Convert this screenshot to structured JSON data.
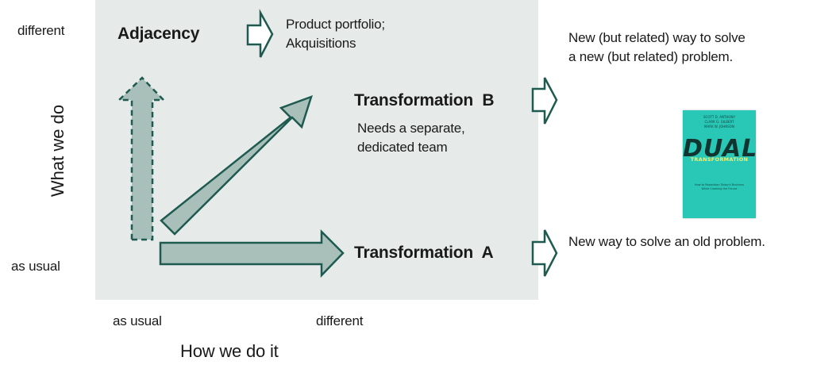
{
  "axes": {
    "y_label": "What we do",
    "y_top": "different",
    "y_bottom": "as usual",
    "x_label": "How we do it",
    "x_left": "as usual",
    "x_right": "different"
  },
  "adjacency": {
    "title": "Adjacency",
    "note": "Product portfolio;\nAkquisitions"
  },
  "transformation_b": {
    "title": "Transformation  B",
    "note": "Needs a separate,\ndedicated team",
    "outcome": "New (but related) way to solve\na new (but related) problem."
  },
  "transformation_a": {
    "title": "Transformation  A",
    "outcome": "New way to solve an old problem."
  },
  "book": {
    "authors": "SCOTT D. ANTHONY\nCLARK G. GILBERT\nMARK W. JOHNSON",
    "title": "DUAL",
    "overlay": "TRANSFORMATION",
    "subtitle": "How to Reposition Today's Business While Creating the Future"
  },
  "colors": {
    "panel": "#e6ebea",
    "arrow_fill": "#a9c0ba",
    "arrow_stroke": "#1e5a4f",
    "book": "#28c7b6"
  }
}
